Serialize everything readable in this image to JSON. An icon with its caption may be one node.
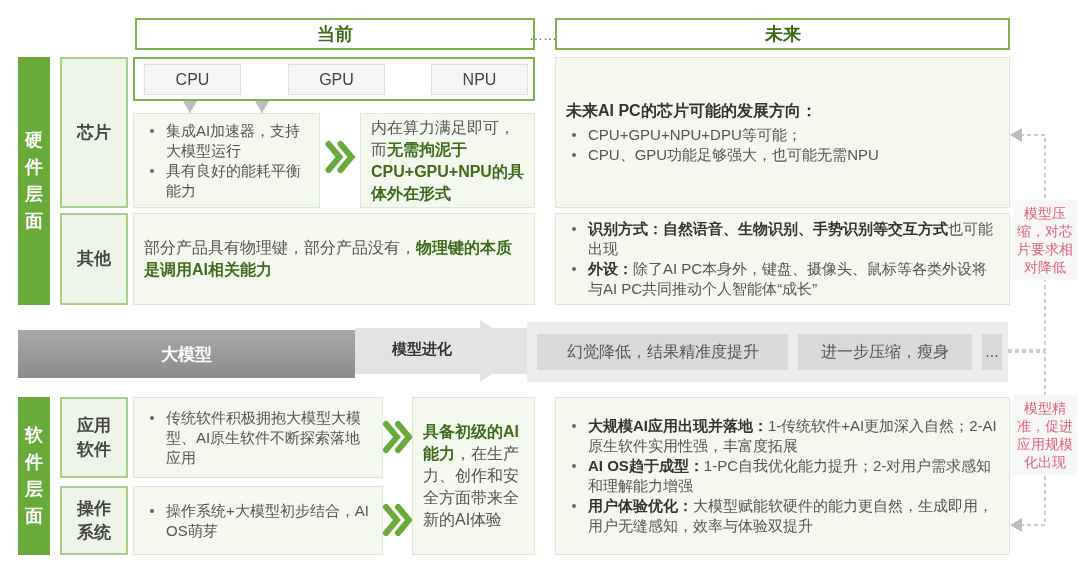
{
  "diagram": {
    "nodes": [
      {
        "text": [
          "当前"
        ]
      },
      {
        "text": [
          "未来"
        ]
      },
      {
        "text": [
          "硬件层面"
        ]
      },
      {
        "text": [
          "芯片"
        ]
      },
      {
        "text": [],
        "shape": "box"
      },
      {
        "text": [
          "CPU"
        ],
        "in": 4
      },
      {
        "text": [
          "GPU"
        ],
        "in": 4
      },
      {
        "text": [
          "NPU"
        ],
        "in": 4
      },
      {
        "text": [
          "集成AI加速器，支持大模型运行",
          "具有良好的能耗平衡能力"
        ]
      },
      {
        "text": [
          "内在算力满足即可，而**无需拘泥于CPU+GPU+NPU的具体外在形式**"
        ]
      },
      {
        "text": [
          "未来AI PC的芯片可能的发展方向：",
          "CPU+GPU+NPU+DPU等可能；",
          "CPU、GPU功能足够强大，也可能无需NPU"
        ]
      },
      {
        "text": [
          "其他"
        ]
      },
      {
        "text": [
          "部分产品具有物理键，部分产品没有，**物理键的本质是调用AI相关能力**"
        ]
      },
      {
        "text": [
          "**识别方式：自然语音、生物识别、手势识别等交互方式**也可能出现",
          "**外设：**除了AI PC本身外，键盘、摄像头、鼠标等各类外设将与AI PC共同推动个人智能体“成长”"
        ]
      },
      {
        "text": [
          "大模型"
        ]
      },
      {
        "text": [],
        "shape": "box"
      },
      {
        "text": [
          "幻觉降低，结果精准度提升"
        ],
        "in": 15
      },
      {
        "text": [
          "进一步压缩，瘦身"
        ],
        "in": 15
      },
      {
        "text": [
          "..."
        ],
        "in": 15
      },
      {
        "text": [
          "软件层面"
        ]
      },
      {
        "text": [
          "应用软件"
        ]
      },
      {
        "text": [
          "传统软件积极拥抱大模型大模型、AI原生软件不断探索落地应用"
        ]
      },
      {
        "text": [
          "操作系统"
        ]
      },
      {
        "text": [
          "操作系统+大模型初步结合，AI OS萌芽"
        ]
      },
      {
        "text": [
          "**具备初级的AI能力**，在生产力、创作和安全方面带来全新的AI体验"
        ]
      },
      {
        "text": [
          "**大规模AI应用出现并落地：**1-传统软件+AI更加深入自然；2-AI原生软件实用性强，丰富度拓展",
          "**AI OS趋于成型：**1-PC自我优化能力提升；2-对用户需求感知和理解能力增强",
          "**用户体验优化：**大模型赋能软硬件的能力更自然，生成即用，用户无缝感知，效率与体验双提升"
        ]
      }
    ],
    "edges": [
      {
        "from": 4,
        "to": 8,
        "arrow": "to"
      },
      {
        "from": 4,
        "to": 8,
        "arrow": "to"
      },
      {
        "from": 8,
        "to": 9,
        "arrow": "to",
        "style": "thick",
        "color": "#6aaa3a"
      },
      {
        "from": 14,
        "to": 15,
        "arrow": "to",
        "label": "模型进化",
        "style": "thick"
      },
      {
        "from": 21,
        "to": 24,
        "arrow": "to",
        "style": "thick",
        "color": "#6aaa3a"
      },
      {
        "from": 23,
        "to": 24,
        "arrow": "to",
        "style": "thick",
        "color": "#6aaa3a"
      },
      {
        "from": 15,
        "to": 10,
        "arrow": "to",
        "label": "模型压缩，对芯片要求相对降低",
        "style": "dashed"
      },
      {
        "from": 15,
        "to": 25,
        "arrow": "to",
        "label": "模型精准，促进应用规模化出现",
        "style": "dashed"
      }
    ],
    "labels": [
      "……"
    ]
  }
}
